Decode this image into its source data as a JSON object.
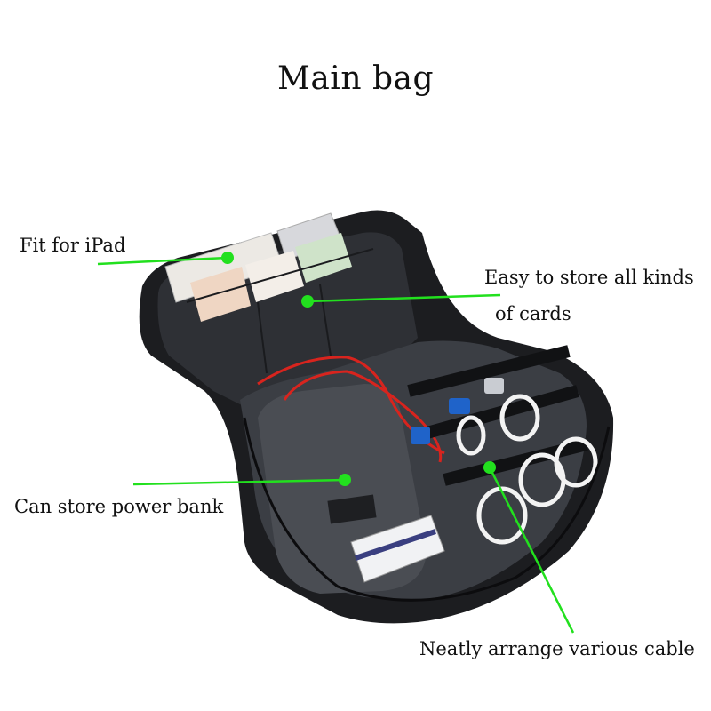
{
  "title": "Main bag",
  "accent_color": "#22e01e",
  "callouts": [
    {
      "id": "ipad",
      "text": "Fit for iPad",
      "dot": [
        256,
        290
      ]
    },
    {
      "id": "cards",
      "line1": "Easy to store all kinds",
      "line2": "of cards",
      "dot": [
        346,
        339
      ]
    },
    {
      "id": "powerbank",
      "text": "Can store power bank",
      "dot": [
        388,
        540
      ]
    },
    {
      "id": "cable",
      "text": "Neatly arrange various cable",
      "dot": [
        551,
        526
      ]
    }
  ],
  "bag": {
    "body_color": "#1c1d20",
    "lining_color": "#3b3e44",
    "pouch_color": "#4a4d53",
    "cable_color": "#d8241e",
    "usb_color": "#1f63c9"
  }
}
